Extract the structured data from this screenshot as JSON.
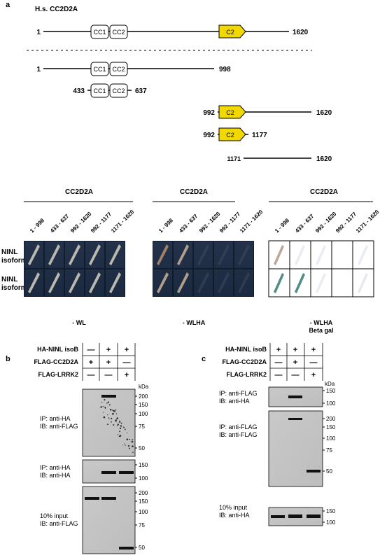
{
  "panel_a": {
    "letter": "a",
    "protein": "H.s. CC2D2A",
    "full_length": {
      "start": "1",
      "end": "1620",
      "domains": [
        "CC1",
        "CC2",
        "C2"
      ]
    },
    "fragments": [
      {
        "start": "1",
        "end": "998",
        "domains": [
          "CC1",
          "CC2"
        ]
      },
      {
        "start": "433",
        "end": "637",
        "domains": [
          "CC1",
          "CC2"
        ]
      },
      {
        "start": "992",
        "end": "1620",
        "domains": [
          "C2"
        ]
      },
      {
        "start": "992",
        "end": "1177",
        "domains": [
          "C2"
        ]
      },
      {
        "start": "1171",
        "end": "1620",
        "domains": []
      }
    ],
    "y2h": {
      "header": "CC2D2A",
      "columns": [
        "1 - 998",
        "433 - 637",
        "992 - 1620",
        "992 - 1177",
        "1171 - 1620"
      ],
      "rows": [
        "NINL isoform A",
        "NINL isoform B"
      ],
      "row_labels": [
        [
          "NINL",
          "isoform A"
        ],
        [
          "NINL",
          "isoform B"
        ]
      ],
      "panels": [
        {
          "caption": [
            "- WL"
          ]
        },
        {
          "caption": [
            "- WLHA"
          ]
        },
        {
          "caption": [
            "- WLHA",
            "Beta gal"
          ]
        }
      ],
      "growth_wl": [
        [
          1,
          1,
          1,
          1,
          1
        ],
        [
          1,
          1,
          1,
          1,
          1
        ]
      ],
      "growth_wlha": [
        [
          1,
          1,
          0,
          0,
          0
        ],
        [
          1,
          1,
          0,
          0,
          0
        ]
      ],
      "betagal": [
        [
          0.4,
          0.05,
          0.05,
          0,
          0.05
        ],
        [
          0.9,
          0.8,
          0.05,
          0,
          0.1
        ]
      ]
    }
  },
  "panel_b": {
    "letter": "b",
    "conditions": [
      {
        "label": "HA-NINL isoB",
        "marks": [
          "—",
          "+",
          "+"
        ]
      },
      {
        "label": "FLAG-CC2D2A",
        "marks": [
          "+",
          "+",
          "—"
        ]
      },
      {
        "label": "FLAG-LRRK2",
        "marks": [
          "—",
          "—",
          "+"
        ]
      }
    ],
    "kda": "kDa",
    "blots": [
      {
        "labels": [
          "IP: anti-HA",
          "IB: anti-FLAG"
        ],
        "markers": [
          "200",
          "150",
          "100",
          "75",
          "50"
        ]
      },
      {
        "labels": [
          "IP: anti-HA",
          "IB: anti-HA"
        ],
        "markers": [
          "150",
          "100"
        ]
      },
      {
        "labels": [
          "10% input",
          "IB: anti-FLAG"
        ],
        "markers": [
          "200",
          "150",
          "100",
          "75",
          "50"
        ]
      }
    ]
  },
  "panel_c": {
    "letter": "c",
    "conditions": [
      {
        "label": "HA-NINL isoB",
        "marks": [
          "+",
          "+",
          "+"
        ]
      },
      {
        "label": "FLAG-CC2D2A",
        "marks": [
          "—",
          "+",
          "—"
        ]
      },
      {
        "label": "FLAG-LRRK2",
        "marks": [
          "—",
          "—",
          "+"
        ]
      }
    ],
    "kda": "kDa",
    "blots": [
      {
        "labels": [
          "IP: anti-FLAG",
          "IB: anti-HA"
        ],
        "markers": [
          "150",
          "100"
        ]
      },
      {
        "labels": [
          "IP: anti-FLAG",
          "IB: anti-FLAG"
        ],
        "markers": [
          "200",
          "150",
          "100",
          "75",
          "50"
        ]
      },
      {
        "labels": [
          "10% input",
          "IB: anti-HA"
        ],
        "markers": [
          "150",
          "100"
        ]
      }
    ]
  }
}
